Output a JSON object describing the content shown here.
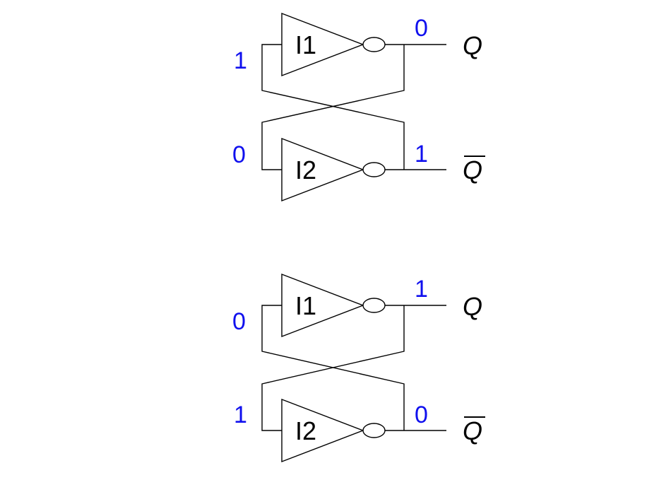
{
  "colors": {
    "value_text": "#1010ee",
    "line": "#000000",
    "background": "#ffffff"
  },
  "circuits": [
    {
      "gate_top": {
        "label": "I1",
        "input_value": "1",
        "output_value": "0"
      },
      "gate_bottom": {
        "label": "I2",
        "input_value": "0",
        "output_value": "1"
      },
      "output_q": "Q",
      "output_q_bar": "Q"
    },
    {
      "gate_top": {
        "label": "I1",
        "input_value": "0",
        "output_value": "1"
      },
      "gate_bottom": {
        "label": "I2",
        "input_value": "1",
        "output_value": "0"
      },
      "output_q": "Q",
      "output_q_bar": "Q"
    }
  ]
}
